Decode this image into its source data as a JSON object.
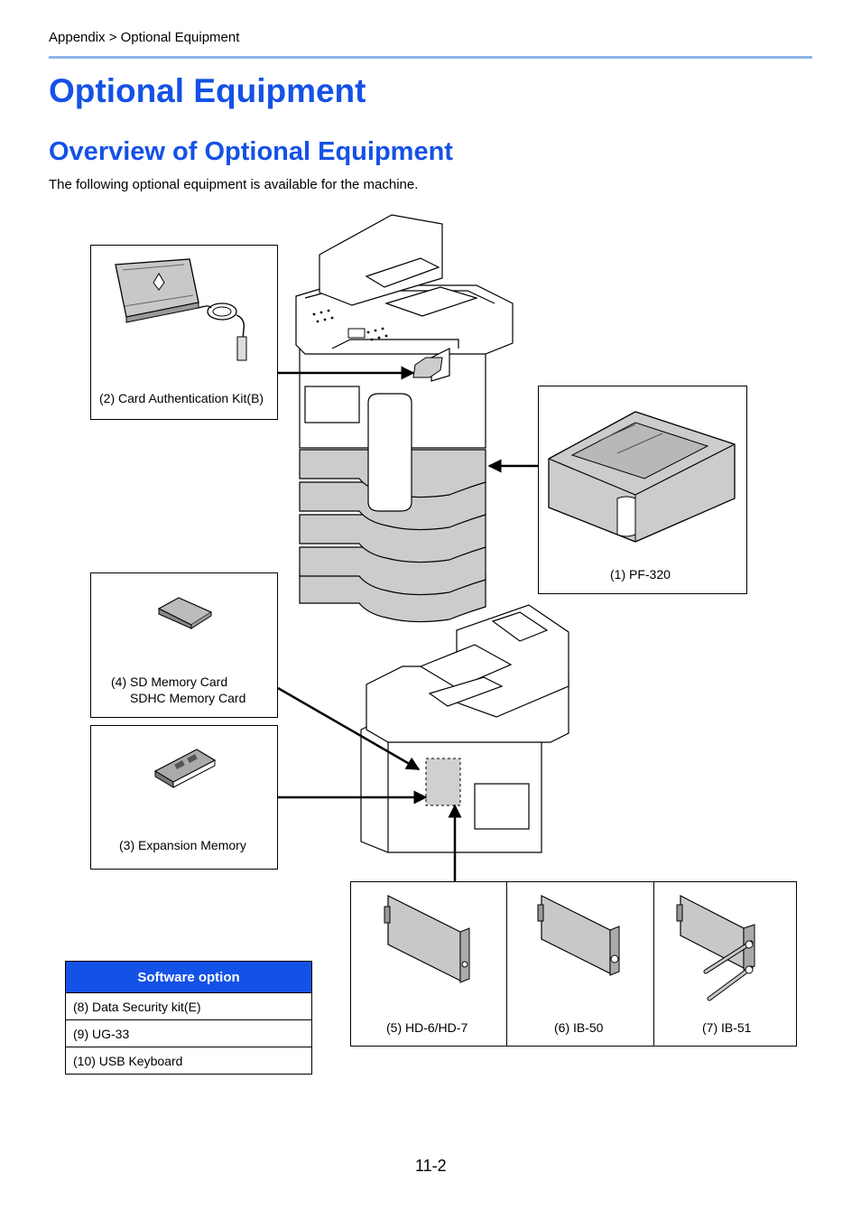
{
  "header": {
    "breadcrumb": "Appendix > Optional Equipment"
  },
  "page": {
    "title": "Optional Equipment",
    "section_title": "Overview of Optional Equipment",
    "intro": "The following optional equipment is available for the machine.",
    "page_number": "11-2"
  },
  "options": {
    "card_auth": "(2) Card Authentication Kit(B)",
    "pf320": "(1) PF-320",
    "sd_num": "(4)",
    "sd_line1": "SD Memory Card",
    "sd_line2": "SDHC Memory Card",
    "expansion_memory": "(3) Expansion Memory",
    "hd": "(5) HD-6/HD-7",
    "ib50": "(6) IB-50",
    "ib51": "(7) IB-51"
  },
  "software": {
    "header": "Software option",
    "items": [
      "(8) Data Security kit(E)",
      "(9) UG-33",
      "(10) USB Keyboard"
    ]
  },
  "colors": {
    "accent": "#1451e6",
    "rule": "#8fb3ea",
    "tray_fill": "#cccccc"
  }
}
